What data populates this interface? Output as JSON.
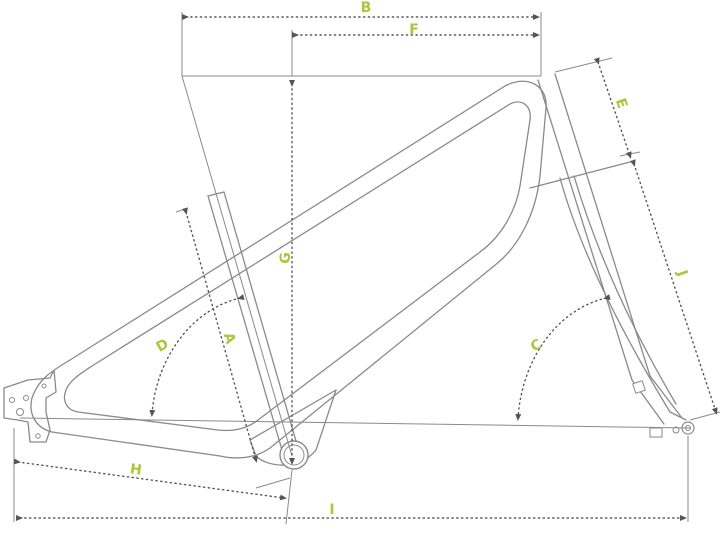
{
  "colors": {
    "frame_line": "#8a8a8a",
    "dimension_line": "#555555",
    "label": "#a8c83a",
    "background": "#ffffff"
  },
  "dimension_labels": {
    "A": "A",
    "B": "B",
    "C": "C",
    "D": "D",
    "E": "E",
    "F": "F",
    "G": "G",
    "H": "H",
    "I": "I",
    "J": "J"
  }
}
